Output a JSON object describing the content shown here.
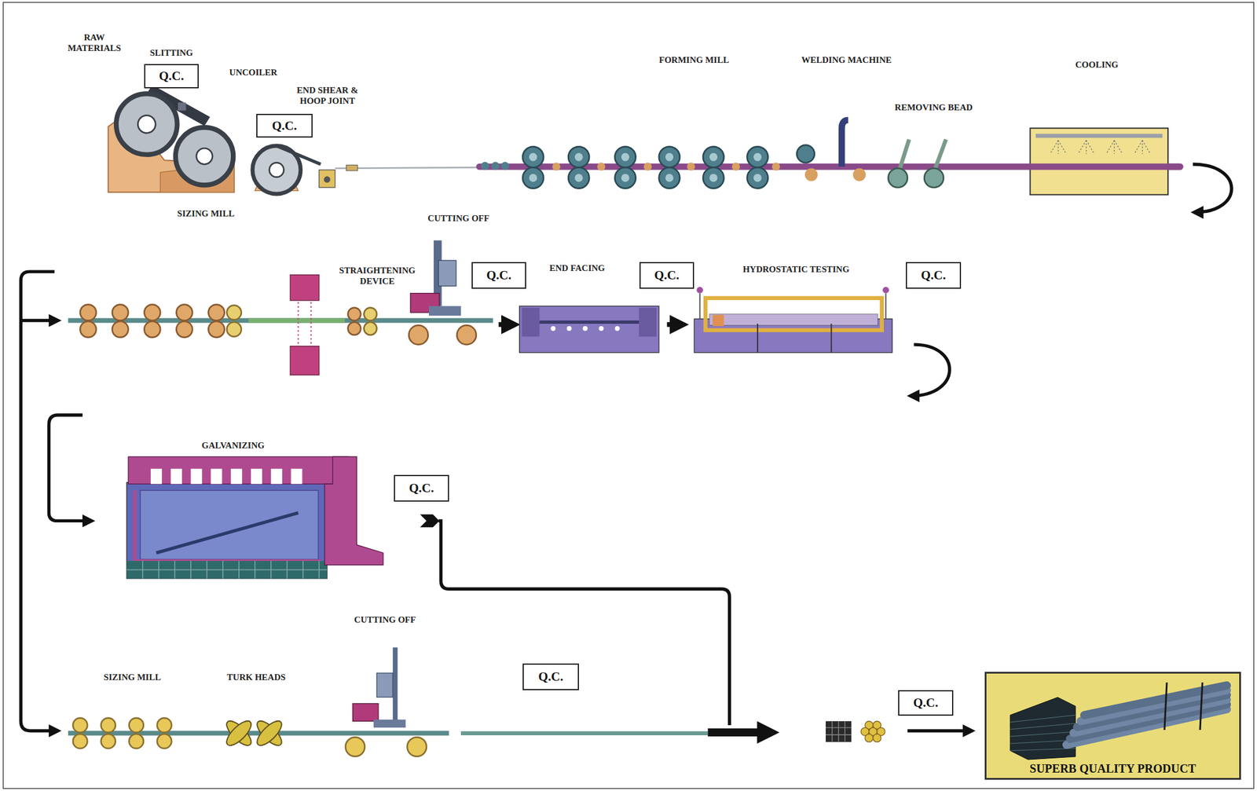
{
  "diagram": {
    "nodes": [
      {
        "text": [
          "Q.C."
        ]
      },
      {
        "text": [
          "Q.C."
        ]
      },
      {
        "text": [
          "Q.C."
        ]
      },
      {
        "text": [
          "Q.C."
        ]
      },
      {
        "text": [
          "Q.C."
        ]
      },
      {
        "text": [
          "Q.C."
        ]
      },
      {
        "text": [
          "Q.C."
        ]
      },
      {
        "text": [
          "Q.C."
        ]
      },
      {
        "text": [
          "SUPERB QUALITY PRODUCT"
        ]
      }
    ],
    "labels": [
      "RAW MATERIALS",
      "SLITTING",
      "UNCOILER",
      "END SHEAR & HOOP JOINT",
      "FORMING MILL",
      "WELDING MACHINE",
      "COOLING",
      "REMOVING BEAD",
      "SIZING MILL",
      "CUTTING OFF",
      "STRAIGHTENING DEVICE",
      "END FACING",
      "HYDROSTATIC TESTING",
      "GALVANIZING",
      "CUTTING OFF",
      "SIZING MILL",
      "TURK HEADS"
    ]
  }
}
